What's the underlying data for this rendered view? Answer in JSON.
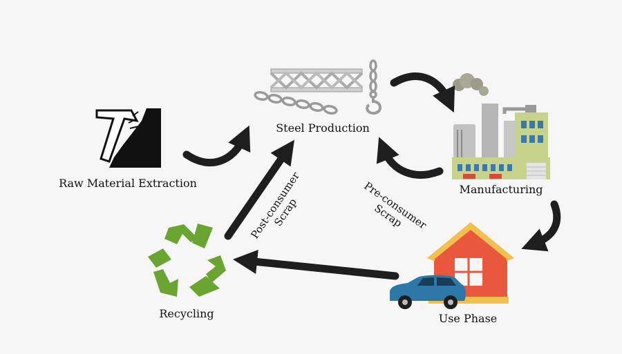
{
  "nodes": {
    "raw": "Raw Material Extraction",
    "steel": "Steel Production",
    "manufacturing": "Manufacturing",
    "use": "Use Phase",
    "recycling": "Recycling"
  },
  "edges": {
    "pre_consumer": [
      "Pre-consumer",
      "Scrap"
    ],
    "post_consumer": [
      "Post-consumer",
      "Scrap"
    ]
  },
  "colors": {
    "arrow": "#1e1e1e",
    "recycle_green": "#6aa532",
    "house_orange": "#e9583d",
    "roof_yellow": "#f2c04d",
    "car_blue": "#2e78a8",
    "factory_green": "#c7d38a"
  },
  "icons": [
    "rock-pick-icon",
    "steel-truss-icon",
    "chain-hook-icon",
    "factory-icon",
    "house-icon",
    "car-icon",
    "recycle-icon"
  ]
}
